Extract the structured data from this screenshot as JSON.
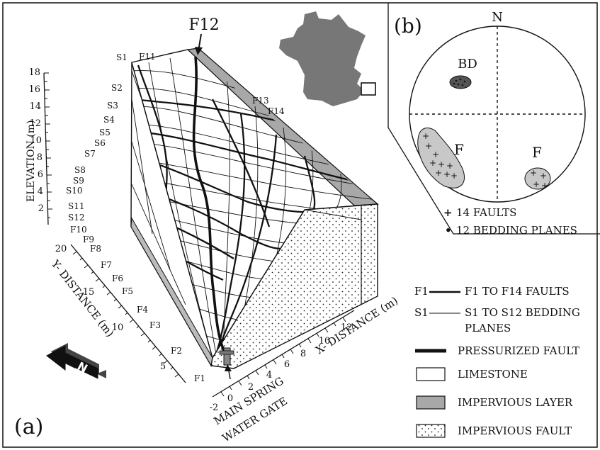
{
  "panel_a": {
    "label": "(a)",
    "fault_callout": "F12",
    "elevation_axis": {
      "title": "ELEVATION (m)",
      "ticks": [
        "2",
        "4",
        "6",
        "8",
        "10",
        "12",
        "14",
        "16",
        "18"
      ]
    },
    "y_axis": {
      "title": "Y- DISTANCE (m)",
      "ticks": [
        "5",
        "10",
        "15",
        "20"
      ]
    },
    "x_axis": {
      "title": "X- DISTANCE (m)",
      "ticks": [
        "-2",
        "0",
        "2",
        "4",
        "6",
        "8",
        "10",
        "12"
      ]
    },
    "bedding_labels": [
      "S1",
      "S2",
      "S3",
      "S4",
      "S5",
      "S6",
      "S7",
      "S8",
      "S9",
      "S10",
      "S11",
      "S12"
    ],
    "fault_labels_side": [
      "F1",
      "F2",
      "F3",
      "F4",
      "F5",
      "F6",
      "F7",
      "F8",
      "F9",
      "F10"
    ],
    "fault_labels_top": [
      "F11",
      "F13",
      "F14"
    ],
    "north_arrow": "N",
    "spring_label": [
      "MAIN SPRING",
      "WATER GATE"
    ]
  },
  "panel_b": {
    "label": "(b)",
    "north": "N",
    "clusters": [
      "BD",
      "F",
      "F"
    ],
    "legend": [
      {
        "symbol": "+",
        "text": "14 FAULTS"
      },
      {
        "symbol": "•",
        "text": "12 BEDDING PLANES"
      }
    ]
  },
  "legend": {
    "f_prefix": "F1",
    "f_text": "F1 TO F14 FAULTS",
    "s_prefix": "S1",
    "s_text_1": "S1 TO S12 BEDDING",
    "s_text_2": "PLANES",
    "pressurized": "PRESSURIZED FAULT",
    "limestone": "LIMESTONE",
    "impervious_layer": "IMPERVIOUS LAYER",
    "impervious_fault": "IMPERVIOUS FAULT"
  },
  "colors": {
    "impervious_layer": "#a8a8a8",
    "france": "#777777",
    "limestone": "#ffffff"
  }
}
